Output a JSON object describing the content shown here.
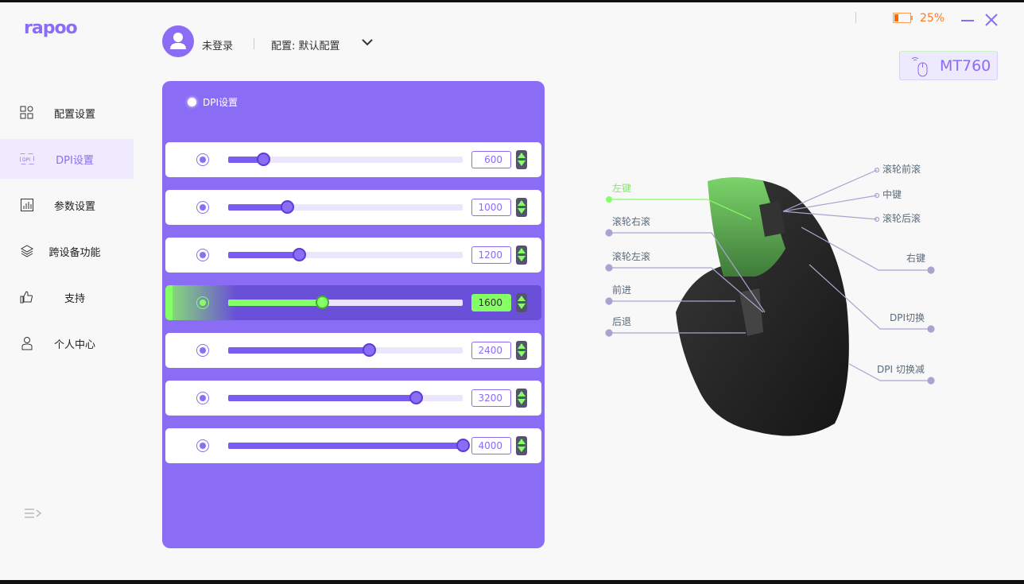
{
  "brand": "rapoo",
  "header": {
    "user": "未登录",
    "profile": "配置: 默认配置"
  },
  "window": {
    "battery": "25%",
    "battery_level": 0.25,
    "device": "MT760"
  },
  "sidebar": {
    "items": [
      {
        "label": "配置设置",
        "icon": "grid-icon"
      },
      {
        "label": "DPI设置",
        "icon": "dpi-icon",
        "active": true
      },
      {
        "label": "参数设置",
        "icon": "chart-icon"
      },
      {
        "label": "跨设备功能",
        "icon": "layers-icon"
      },
      {
        "label": "支持",
        "icon": "thumbs-up-icon"
      },
      {
        "label": "个人中心",
        "icon": "person-icon"
      }
    ]
  },
  "dpi": {
    "title": "DPI设置",
    "max": 4000,
    "active_index": 3,
    "levels": [
      "600",
      "1000",
      "1200",
      "1600",
      "2400",
      "3200",
      "4000"
    ]
  },
  "mouse_labels": {
    "left": [
      "左键",
      "滚轮右滚",
      "滚轮左滚",
      "前进",
      "后退"
    ],
    "right": [
      "滚轮前滚",
      "中键",
      "滚轮后滚",
      "右键",
      "DPI切换",
      "DPI 切换减"
    ]
  },
  "colors": {
    "accent": "#8b6cf5",
    "active": "#85ff66",
    "battery": "#ff7a1a"
  }
}
